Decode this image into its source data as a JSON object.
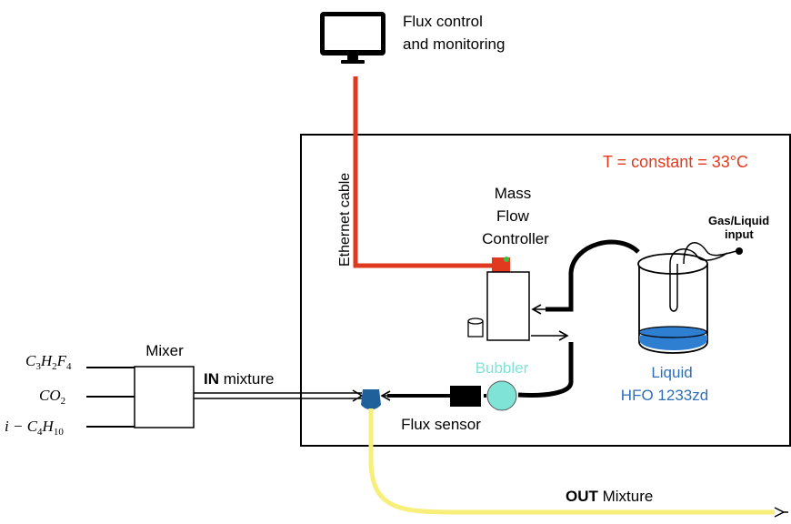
{
  "monitor_label": {
    "line1": "Flux control",
    "line2": "and monitoring"
  },
  "chamber": {
    "temperature_label": "T = constant = 33°C"
  },
  "ethernet_label": "Ethernet cable",
  "mfc_label": {
    "line1": "Mass",
    "line2": "Flow",
    "line3": "Controller"
  },
  "gas_liquid_input": {
    "line1": "Gas/Liquid",
    "line2": "input"
  },
  "bubbler_label": "Bubbler",
  "liquid_label": {
    "line1": "Liquid",
    "line2": "HFO 1233zd"
  },
  "mixer_label": "Mixer",
  "in_mixture": {
    "bold": "IN",
    "rest": " mixture"
  },
  "flux_sensor_label": "Flux sensor",
  "out_mixture": {
    "bold": "OUT",
    "rest": " Mixture"
  },
  "gases": [
    {
      "main": "C",
      "s1": "3",
      "m2": "H",
      "s2": "2",
      "m3": "F",
      "s3": "4"
    },
    {
      "main": "CO",
      "s1": "2"
    },
    {
      "pre": "i − C",
      "s1": "4",
      "m2": "H",
      "s2": "10"
    }
  ],
  "colors": {
    "ethernet": "#e0391f",
    "out_line": "#f7ef7a",
    "bubbler": "#7fe3d6",
    "bubbler_text": "#7fe3d6",
    "liquid": "#2e7fd1",
    "liquid_text": "#2e6fb8",
    "temp_text": "#e0391f",
    "junction": "#1f5f9a",
    "mfc_led": "#3fbf3f"
  }
}
